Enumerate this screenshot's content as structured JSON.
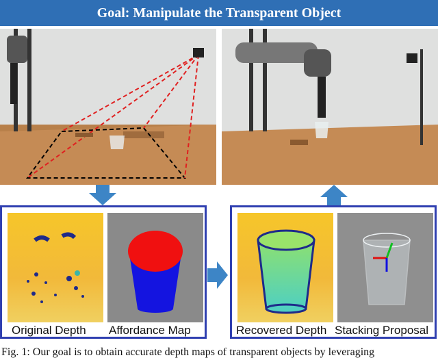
{
  "banner": {
    "title": "Goal: Manipulate the Transparent Object"
  },
  "panels": {
    "left": {
      "labels": [
        "Original Depth",
        "Affordance Map"
      ]
    },
    "right": {
      "labels": [
        "Recovered Depth",
        "Stacking Proposal"
      ]
    }
  },
  "colors": {
    "accent": "#2f6fb5",
    "panel_border": "#2f3fb0",
    "arrow": "#3d85c6",
    "trace": "#e02020"
  },
  "caption": {
    "text": "Fig. 1: Our goal is to obtain accurate depth maps of transparent objects by leveraging"
  }
}
